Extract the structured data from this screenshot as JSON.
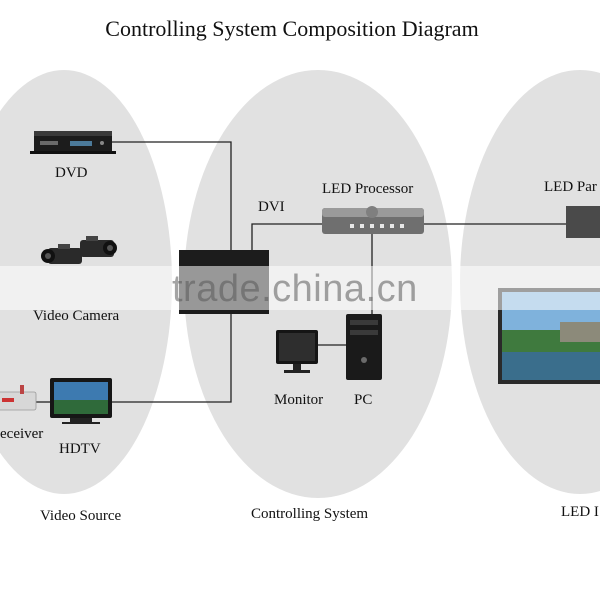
{
  "title": "Controlling System Composition Diagram",
  "groups": {
    "video_source": "Video Source",
    "controlling_system": "Controlling System",
    "led_display": "LED I"
  },
  "devices": {
    "dvd": "DVD",
    "video_camera": "Video Camera",
    "receiver": "eceiver",
    "hdtv": "HDTV",
    "dvi": "DVI",
    "led_processor": "LED Processor",
    "monitor": "Monitor",
    "pc": "PC",
    "led_panel": "LED Par"
  },
  "watermark": "trade.china.cn",
  "colors": {
    "ellipse": "#e1e1e1",
    "line": "#222222",
    "device": "#1c1c1c"
  }
}
